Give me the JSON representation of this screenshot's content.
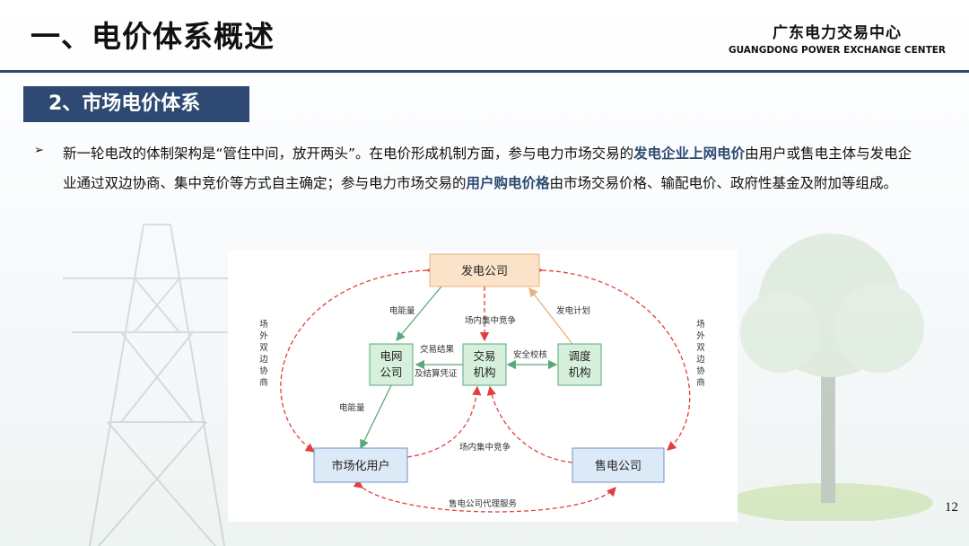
{
  "header": {
    "title": "一、电价体系概述",
    "org_cn": "广东电力交易中心",
    "org_en": "GUANGDONG POWER EXCHANGE CENTER"
  },
  "section": {
    "title": "2、市场电价体系"
  },
  "paragraph": {
    "bullet": "➢",
    "p1": "新一轮电改的体制架构是“管住中间，放开两头”。在电价形成机制方面，参与电力市场交易的",
    "h1": "发电企业上网电价",
    "p2": "由用户或售电主体与发电企业通过双边协商、集中竞价等方式自主确定；参与电力市场交易的",
    "h2": "用户购电价格",
    "p3": "由市场交易价格、输配电价、政府性基金及附加等组成。"
  },
  "diagram": {
    "nodes": {
      "power_gen": "发电公司",
      "grid_1": "电网",
      "grid_2": "公司",
      "exchange_1": "交易",
      "exchange_2": "机构",
      "dispatch_1": "调度",
      "dispatch_2": "机构",
      "market_users": "市场化用户",
      "retail": "售电公司"
    },
    "labels": {
      "energy_top": "电能量",
      "competition_top": "场内集中竞争",
      "gen_plan": "发电计划",
      "trade_result": "交易结果",
      "settlement": "及结算凭证",
      "security": "安全校核",
      "energy_bottom": "电能量",
      "competition_bottom": "场内集中竞争",
      "agency": "售电公司代理服务",
      "bilateral_left": [
        "场",
        "外",
        "双",
        "边",
        "协",
        "商"
      ],
      "bilateral_right": [
        "场",
        "外",
        "双",
        "边",
        "协",
        "商"
      ]
    },
    "colors": {
      "gen_fill": "#fbe3c9",
      "green_fill": "#d6f0dc",
      "blue_fill": "#dce9f7",
      "red_dash": "#e04040",
      "green_arrow": "#5aa87a",
      "orange_arrow": "#e8b27a"
    }
  },
  "footer": {
    "page": "12"
  }
}
